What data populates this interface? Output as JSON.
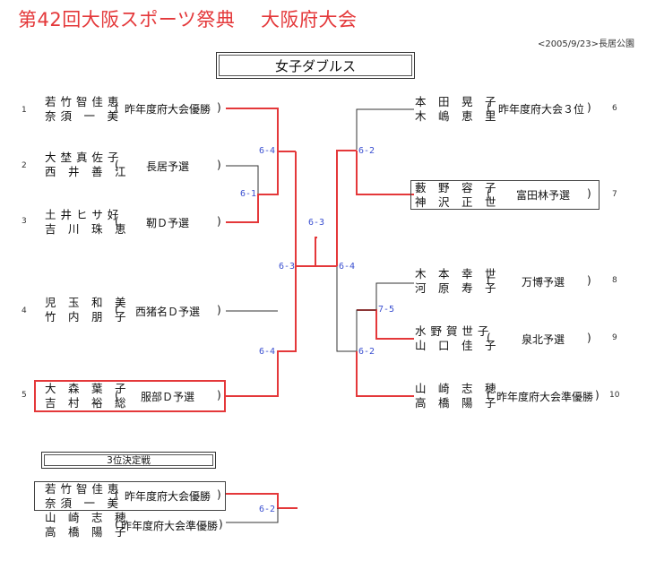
{
  "header": {
    "title": "第42回大阪スポーツ祭典　 大阪府大会",
    "date": "<2005/9/23>長居公園"
  },
  "event": "女子ダブルス",
  "entries": [
    {
      "seed": "1",
      "name1": "若 竹 智 佳 恵",
      "name2": "奈 須　一　美",
      "aff": "昨年度府大会優勝"
    },
    {
      "seed": "2",
      "name1": "大 埜 真 佐 子",
      "name2": "西　井　善　江",
      "aff": "長居予選"
    },
    {
      "seed": "3",
      "name1": "土 井 ヒ サ 好",
      "name2": "吉　川　珠　恵",
      "aff": "靭Ｄ予選"
    },
    {
      "seed": "4",
      "name1": "児　玉　和　美",
      "name2": "竹　内　朋　子",
      "aff": "西猪名Ｄ予選"
    },
    {
      "seed": "5",
      "name1": "大　森　葉　子",
      "name2": "吉　村　裕　総",
      "aff": "服部Ｄ予選"
    },
    {
      "seed": "6",
      "name1": "本　田　晃　子",
      "name2": "木　嶋　恵　里",
      "aff": "昨年度府大会３位"
    },
    {
      "seed": "7",
      "name1": "藪　野　容　子",
      "name2": "神　沢　正　世",
      "aff": "富田林予選"
    },
    {
      "seed": "8",
      "name1": "木　本　幸　世",
      "name2": "河　原　寿　子",
      "aff": "万博予選"
    },
    {
      "seed": "9",
      "name1": "水 野 賀 世 子",
      "name2": "山　口　佳　子",
      "aff": "泉北予選"
    },
    {
      "seed": "10",
      "name1": "山　崎　志　穂",
      "name2": "高　橋　陽　子",
      "aff": "昨年度府大会準優勝"
    }
  ],
  "scores": {
    "r1_left": "6-1",
    "qf_left_top": "6-4",
    "qf_left_bottom": "6-4",
    "sf_left": "6-3",
    "final": "6-3",
    "sf_right": "6-4",
    "r1_right": "7-5",
    "qf_right_top": "6-2",
    "qf_right_bottom": "6-2",
    "third": "6-2"
  },
  "third_place": {
    "label": "3位決定戦",
    "entries": [
      {
        "name1": "若 竹 智 佳 恵",
        "name2": "奈 須　一　美",
        "aff": "昨年度府大会優勝"
      },
      {
        "name1": "山　崎　志　穂",
        "name2": "高　橋　陽　子",
        "aff": "昨年度府大会準優勝"
      }
    ]
  },
  "colors": {
    "win_line": "#e4383a",
    "line": "#333333",
    "score": "#3a4fd0",
    "title": "#e4383a"
  }
}
